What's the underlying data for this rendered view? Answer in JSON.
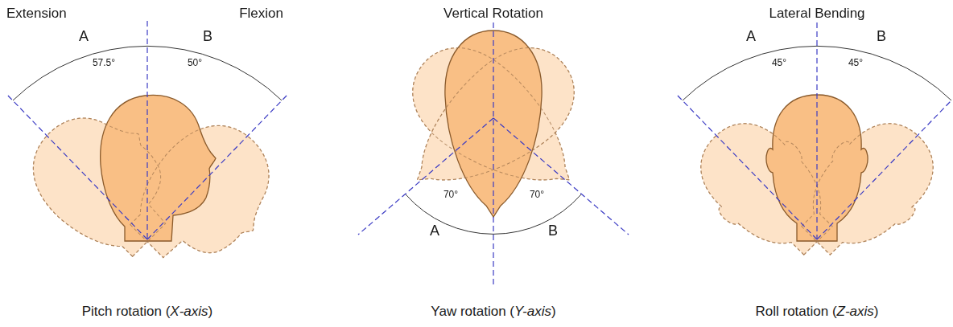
{
  "diagram": {
    "labels": [
      "Extension",
      "Flexion",
      "Vertical Rotation",
      "Lateral Bending",
      "A",
      "B",
      "57.5°",
      "50°",
      "A",
      "B",
      "45°",
      "45°",
      "70°",
      "70°",
      "A",
      "B",
      "Pitch rotation (X-axis)",
      "Yaw rotation (Y-axis)",
      "Roll rotation (Z-axis)"
    ]
  }
}
